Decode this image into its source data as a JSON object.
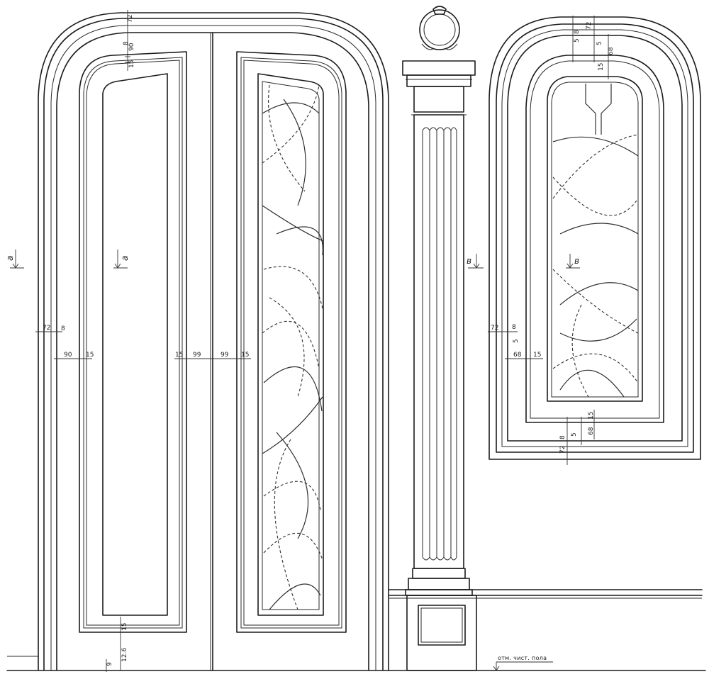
{
  "drawing": {
    "dimensions": {
      "door_top_72": "72",
      "door_top_8": "8",
      "door_top_90": "90",
      "door_top_15": "15",
      "door_side_72": "72",
      "door_side_8": "8",
      "door_side_90": "90",
      "door_side_15": "15",
      "door_mid_15_left": "15",
      "door_mid_99_left": "99",
      "door_mid_99_right": "99",
      "door_mid_15_right": "15",
      "door_bottom_15": "15",
      "door_bottom_126": "12.6",
      "door_bottom_9": "9",
      "win_top_5a": "5",
      "win_top_8": "8",
      "win_top_72": "72",
      "win_top_5b": "5",
      "win_top_68": "68",
      "win_top_15": "15",
      "win_side_72": "72",
      "win_side_8": "8",
      "win_side_5": "5",
      "win_side_68": "68",
      "win_side_15": "15",
      "win_bottom_15": "15",
      "win_bottom_8": "8",
      "win_bottom_5": "5",
      "win_bottom_68": "68",
      "win_bottom_72": "72"
    },
    "section_marks": {
      "mark_a_left": "а",
      "mark_a_center": "а",
      "mark_b_left": "в",
      "mark_b_center": "в"
    },
    "floor_label": "отм. чист. пола"
  }
}
